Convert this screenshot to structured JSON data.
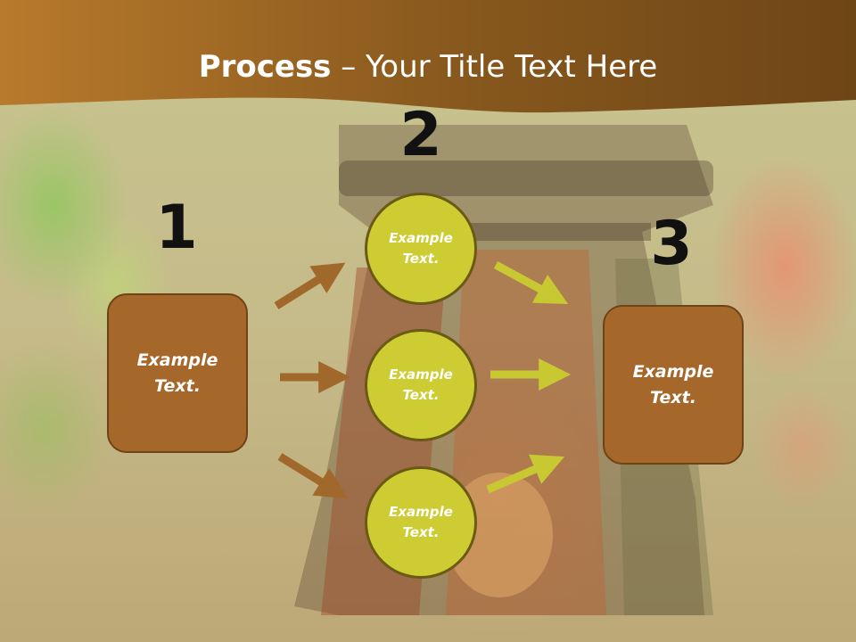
{
  "title": {
    "bold": "Process",
    "rest": " – Your Title Text Here"
  },
  "steps": [
    {
      "number": "1",
      "label": "Example\nText."
    },
    {
      "number": "2",
      "labels": [
        "Example\nText.",
        "Example\nText.",
        "Example\nText."
      ]
    },
    {
      "number": "3",
      "label": "Example\nText."
    }
  ],
  "colors": {
    "header": "#8a5a1e",
    "box_fill": "#a6682a",
    "circle_fill": "#cdcc32",
    "arrow_brown": "#a0682a",
    "arrow_yellow": "#c8c832"
  }
}
